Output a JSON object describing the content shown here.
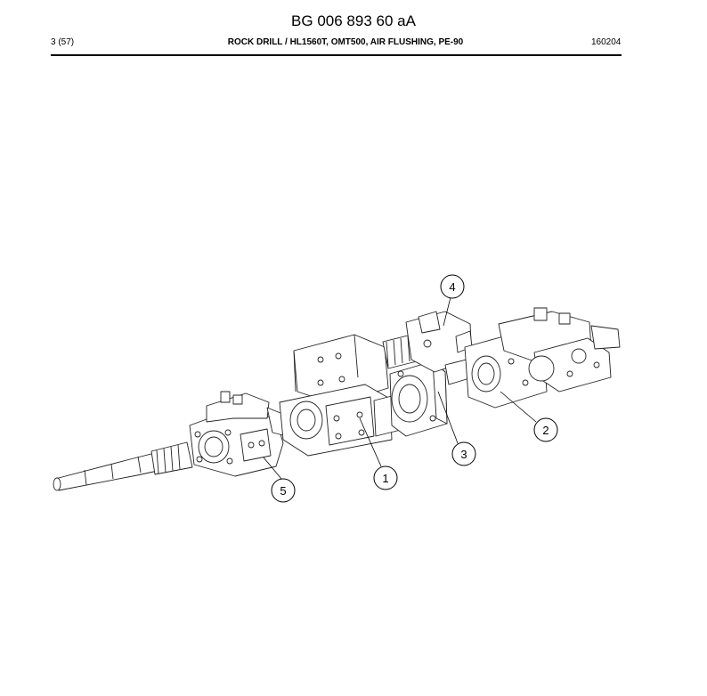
{
  "header": {
    "doc_id": "BG 006 893 60 aA",
    "page": "3 (57)",
    "title": "ROCK DRILL / HL1560T, OMT500, AIR FLUSHING, PE-90",
    "date": "160204"
  },
  "drawing": {
    "callouts": [
      {
        "id": "callout-1",
        "label": "1"
      },
      {
        "id": "callout-2",
        "label": "2"
      },
      {
        "id": "callout-3",
        "label": "3"
      },
      {
        "id": "callout-4",
        "label": "4"
      },
      {
        "id": "callout-5",
        "label": "5"
      }
    ]
  }
}
